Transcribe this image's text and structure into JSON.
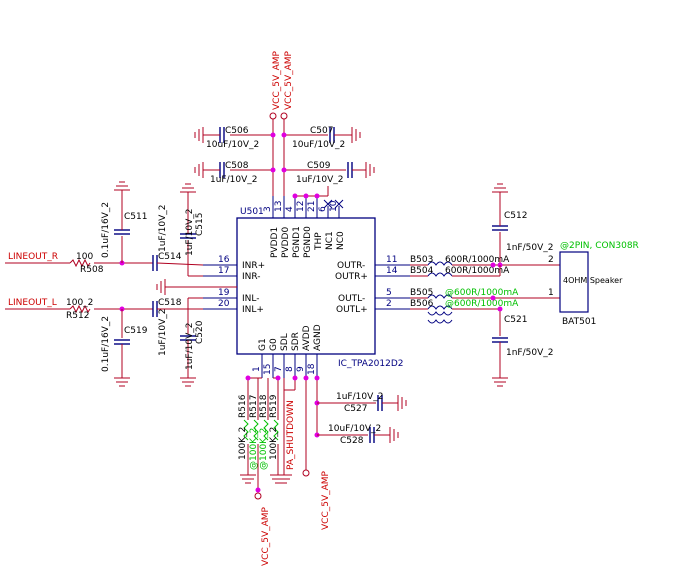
{
  "chip": {
    "refdes": "U501",
    "part": "IC_TPA2012D2",
    "left_pins": [
      {
        "num": "16",
        "name": "INR+"
      },
      {
        "num": "17",
        "name": "INR-"
      },
      {
        "num": "19",
        "name": "INL-"
      },
      {
        "num": "20",
        "name": "INL+"
      }
    ],
    "right_pins": [
      {
        "num": "11",
        "name": "OUTR-"
      },
      {
        "num": "14",
        "name": "OUTR+"
      },
      {
        "num": "5",
        "name": "OUTL-"
      },
      {
        "num": "2",
        "name": "OUTL+"
      }
    ],
    "top_pins": [
      {
        "num": "3",
        "name": "PVDD1"
      },
      {
        "num": "13",
        "name": "PVDD0"
      },
      {
        "num": "4",
        "name": "PGND1"
      },
      {
        "num": "12",
        "name": "PGND0"
      },
      {
        "num": "21",
        "name": "THP"
      },
      {
        "num": "6",
        "name": "NC1"
      },
      {
        "num": "10",
        "name": "NC0"
      }
    ],
    "bottom_pins": [
      {
        "num": "1",
        "name": "G1"
      },
      {
        "num": "15",
        "name": "G0"
      },
      {
        "num": "7",
        "name": "SDL"
      },
      {
        "num": "8",
        "name": "SDR"
      },
      {
        "num": "9",
        "name": "AVDD"
      },
      {
        "num": "18",
        "name": "AGND"
      }
    ]
  },
  "power": {
    "vcc_top_1": "VCC_5V_AMP",
    "vcc_top_2": "VCC_5V_AMP",
    "vcc_bottom_1": "VCC_5V_AMP",
    "vcc_bottom_2": "VCC_5V_AMP"
  },
  "nets": {
    "lineout_r": "LINEOUT_R",
    "lineout_l": "LINEOUT_L",
    "pa_shutdown": "PA_SHUTDOWN"
  },
  "components": {
    "c506": {
      "ref": "C506",
      "value": "10uF/10V_2"
    },
    "c507": {
      "ref": "C507",
      "value": "10uF/10V_2"
    },
    "c508": {
      "ref": "C508",
      "value": "1uF/10V_2"
    },
    "c509": {
      "ref": "C509",
      "value": "1uF/10V_2"
    },
    "c511": {
      "ref": "C511",
      "value": "0.1uF/16V_2"
    },
    "c514": {
      "ref": "C514",
      "value": "1uF/10V_2"
    },
    "c515": {
      "ref": "C515",
      "value": "1uF/10V_2"
    },
    "c518": {
      "ref": "C518",
      "value": "1uF/10V_2"
    },
    "c519": {
      "ref": "C519",
      "value": "0.1uF/16V_2"
    },
    "c520": {
      "ref": "C520",
      "value": "1uF/10V_2"
    },
    "c512": {
      "ref": "C512",
      "value": "1nF/50V_2"
    },
    "c521": {
      "ref": "C521",
      "value": "1nF/50V_2"
    },
    "c527": {
      "ref": "C527",
      "value": "1uF/10V_2"
    },
    "c528": {
      "ref": "C528",
      "value": "10uF/10V_2"
    },
    "r508": {
      "ref": "R508",
      "value": "100"
    },
    "r512": {
      "ref": "R512",
      "value": "100_2"
    },
    "r516": {
      "ref": "R516",
      "value": "100K_2"
    },
    "r517": {
      "ref": "R517",
      "value": "100K_2"
    },
    "r518": {
      "ref": "R518",
      "value": "100K_2"
    },
    "r519": {
      "ref": "R519",
      "value": "100K_2"
    },
    "r_dnp_1": "@100K_2",
    "r_dnp_2": "@100K_2",
    "b503": {
      "ref": "B503",
      "value": "600R/1000mA"
    },
    "b504": {
      "ref": "B504",
      "value": "600R/1000mA"
    },
    "b505": {
      "ref": "B505",
      "value": "@600R/1000mA"
    },
    "b506": {
      "ref": "B506",
      "value": "@600R/1000mA"
    }
  },
  "connector": {
    "part": "@2PIN, CON308R",
    "ref": "BAT501",
    "label": "4OHM Speaker",
    "pin2": "2",
    "pin1": "1"
  }
}
